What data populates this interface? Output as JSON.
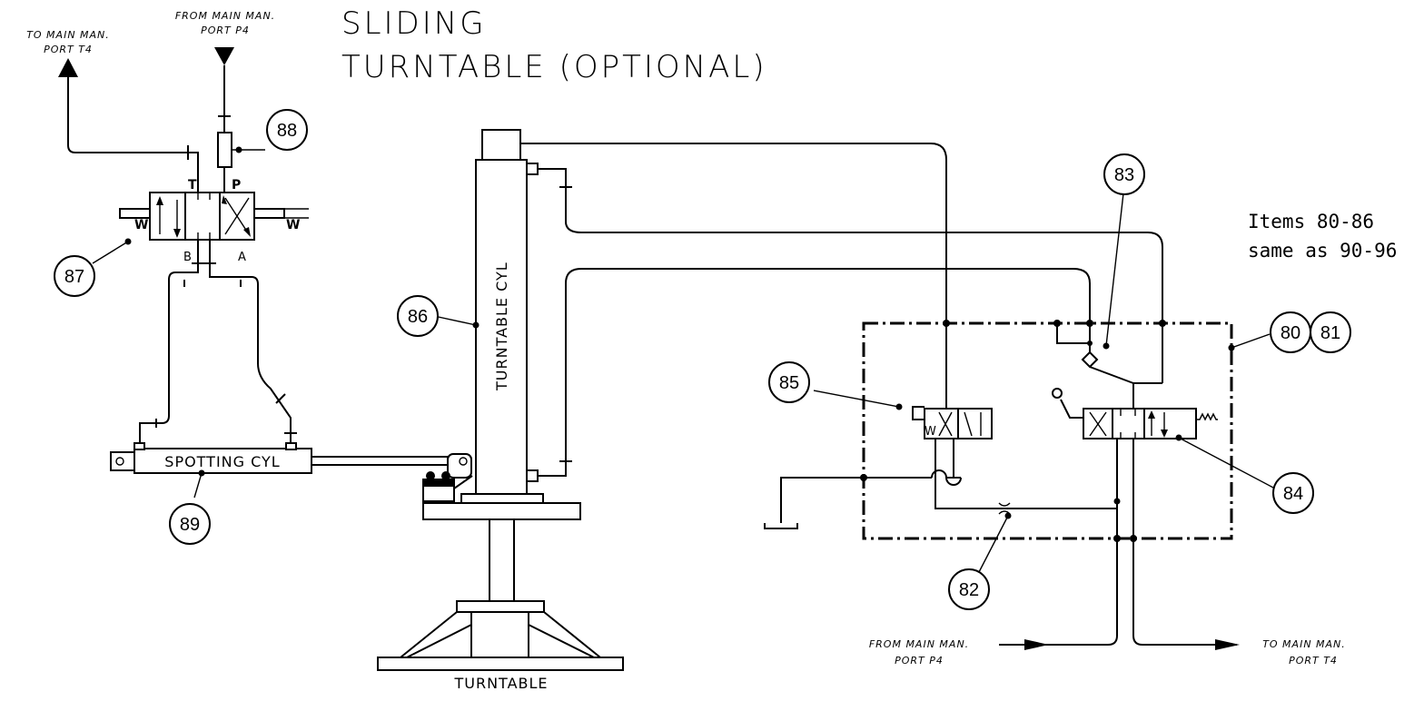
{
  "title": {
    "line1": "SLIDING",
    "line2": "TURNTABLE (OPTIONAL)"
  },
  "ports": {
    "to_t4_top": {
      "line1": "TO MAIN MAN.",
      "line2": "PORT T4"
    },
    "from_p4_top": {
      "line1": "FROM MAIN MAN.",
      "line2": "PORT P4"
    },
    "from_p4_bottom": {
      "line1": "FROM MAIN MAN.",
      "line2": "PORT P4"
    },
    "to_t4_bottom": {
      "line1": "TO MAIN MAN.",
      "line2": "PORT T4"
    }
  },
  "note": {
    "line1": "Items 80-86",
    "line2": "same as 90-96"
  },
  "balloons": {
    "b80": "80",
    "b81": "81",
    "b82": "82",
    "b83": "83",
    "b84": "84",
    "b85": "85",
    "b86": "86",
    "b87": "87",
    "b88": "88",
    "b89": "89"
  },
  "components": {
    "turntable_cyl": "TURNTABLE CYL",
    "spotting_cyl": "SPOTTING CYL",
    "turntable": "TURNTABLE"
  },
  "valve_ports": {
    "t": "T",
    "p": "P",
    "b": "B",
    "a": "A"
  },
  "spring_symbol": "W"
}
